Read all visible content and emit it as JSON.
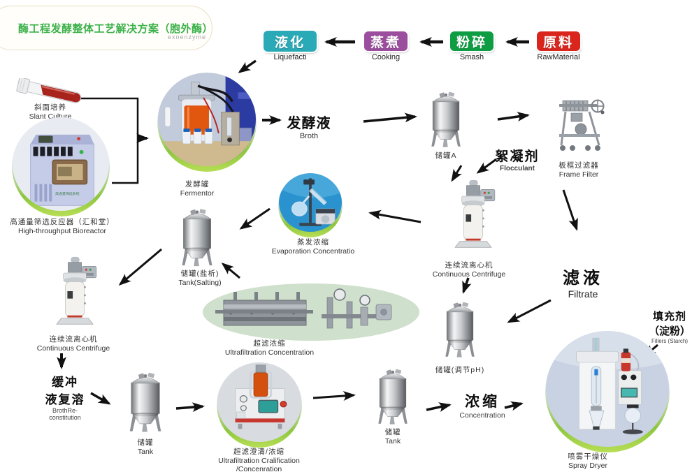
{
  "title": {
    "text": "酶工程发酵整体工艺解决方案（胞外酶）",
    "subtitle": "exoenzyme"
  },
  "colors": {
    "title_green": "#3cb14a",
    "arrow_black": "#111111",
    "liquefaction_teal": "#2aa9b6",
    "cooking_purple": "#9c4e9e",
    "smash_green": "#0f9d44",
    "raw_material_red": "#da251d",
    "circle_rim_green": "#8dc63f"
  },
  "top_flow": {
    "boxes": [
      {
        "zh": "液化",
        "en": "Liquefacti",
        "color": "#2aa9b6"
      },
      {
        "zh": "蒸煮",
        "en": "Cooking",
        "color": "#9c4e9e"
      },
      {
        "zh": "粉碎",
        "en": "Smash",
        "color": "#0f9d44"
      },
      {
        "zh": "原料",
        "en": "RawMaterial",
        "color": "#da251d"
      }
    ]
  },
  "nodes": {
    "slant_culture": {
      "zh": "斜面培养",
      "en": "Slant Culture"
    },
    "bioreactor": {
      "zh": "高通量筛选反应器（汇和堂）",
      "en": "High-throughput Bioreactor"
    },
    "fermentor": {
      "zh": "发酵罐",
      "en": "Fermentor"
    },
    "broth": {
      "zh": "发酵液",
      "en": "Broth"
    },
    "tank_a": {
      "zh": "储罐A"
    },
    "flocculant": {
      "zh": "絮凝剂",
      "en": "Flocculant"
    },
    "frame_filter": {
      "zh": "板框过滤器",
      "en": "Frame Filter"
    },
    "filtrate": {
      "zh": "滤液",
      "en": "Filtrate"
    },
    "centrifuge_right": {
      "zh": "连续流离心机",
      "en": "Continuous Centrifuge"
    },
    "evaporation": {
      "zh": "蒸发浓缩",
      "en": "Evaporation Concentratio"
    },
    "tank_salting": {
      "zh": "储罐(盐析)",
      "en": "Tank(Salting)"
    },
    "ultrafiltration": {
      "zh": "超滤浓缩",
      "en": "Ultrafiltration Concentration"
    },
    "centrifuge_left": {
      "zh": "连续流离心机",
      "en": "Continuous Centrifuge"
    },
    "broth_reconstitution": {
      "zh_line1": "缓冲",
      "zh_line2": "液复溶",
      "en_line1": "BrothRe-",
      "en_line2": "constitution"
    },
    "tank_left": {
      "zh": "储罐",
      "en": "Tank"
    },
    "ultrafiltration_clarification": {
      "zh": "超滤澄清/浓缩",
      "en_line1": "Ultrafiltration Cralification",
      "en_line2": "/Concenration"
    },
    "tank_middle": {
      "zh": "储罐",
      "en": "Tank"
    },
    "tank_ph": {
      "zh": "储罐(调节pH)"
    },
    "concentration": {
      "zh": "浓缩",
      "en": "Concentration"
    },
    "spray_dryer": {
      "zh": "喷雾干燥仪",
      "en": "Spray Dryer"
    },
    "fillers": {
      "zh_line1": "填充剂",
      "zh_line2": "（淀粉）",
      "en": "Fillers (Starch)"
    }
  }
}
